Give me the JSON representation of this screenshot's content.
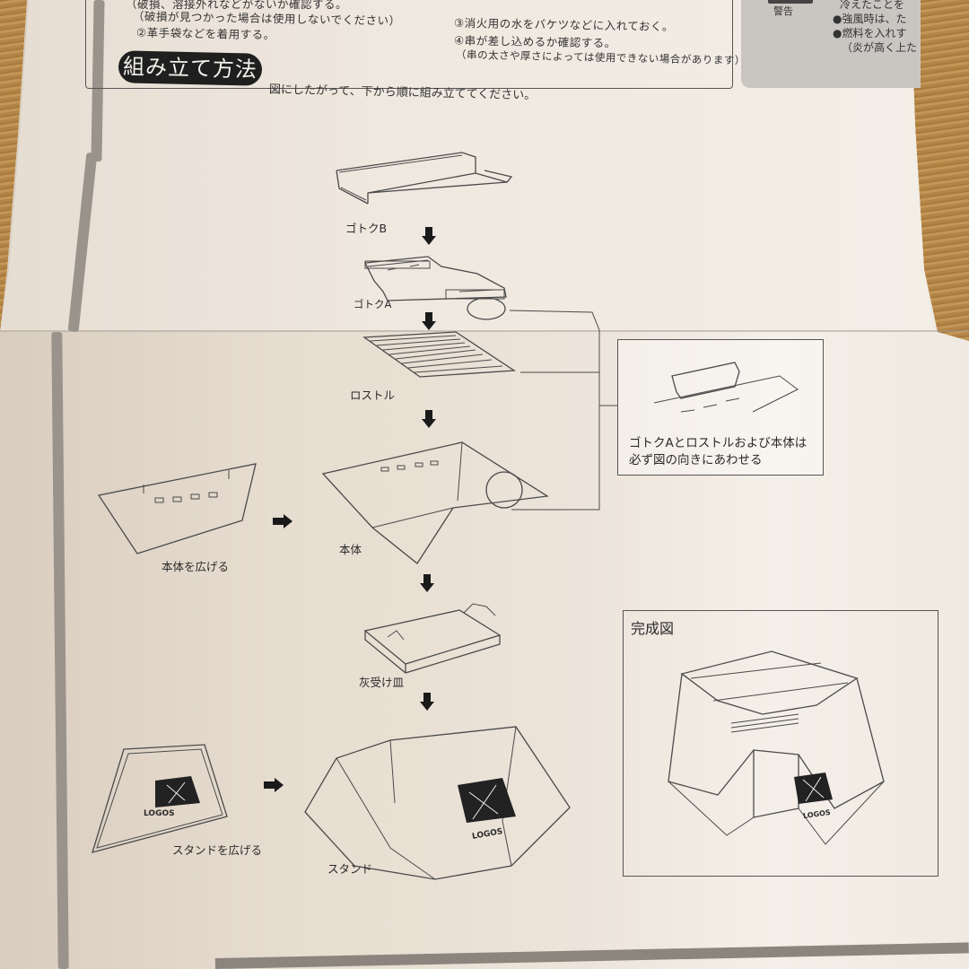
{
  "document": {
    "language": "ja",
    "product_brand": "LOGOS"
  },
  "warnings_box": {
    "lines_left": [
      "（破損が見つかった場合は使用しないでください）",
      "②革手袋などを着用する。"
    ],
    "lines_left_partial_top": "（破損、溶接外れなどがないか確認する。",
    "lines_right": [
      "③消火用の水をバケツなどに入れておく。",
      "④串が差し込めるか確認する。",
      "（串の太さや厚さによっては使用できない場合があります）"
    ]
  },
  "caution_panel": {
    "badge_label": "警告",
    "lines": [
      "冷えたことを",
      "●強風時は、た",
      "●燃料を入れす",
      "（炎が高く上た"
    ]
  },
  "section": {
    "title": "組み立て方法",
    "description": "図にしたがって、下から順に組み立ててください。"
  },
  "parts": {
    "gotoku_b": "ゴトクB",
    "gotoku_a": "ゴトクA",
    "rostle": "ロストル",
    "body_open": "本体を広げる",
    "body": "本体",
    "ash_tray": "灰受け皿",
    "stand_open": "スタンドを広げる",
    "stand": "スタンド"
  },
  "detail_callout": {
    "lines": [
      "ゴトクAとロストルおよび本体は",
      "必ず図の向きにあわせる"
    ]
  },
  "completed_view": {
    "title": "完成図",
    "logo_text": "LOGOS"
  },
  "colors": {
    "ink": "#2a2a2a",
    "pill_bg": "#1f1f1f",
    "gray_panel": "#c9c6c2",
    "stripe": "#9a938c",
    "tatami": "#c09050"
  }
}
